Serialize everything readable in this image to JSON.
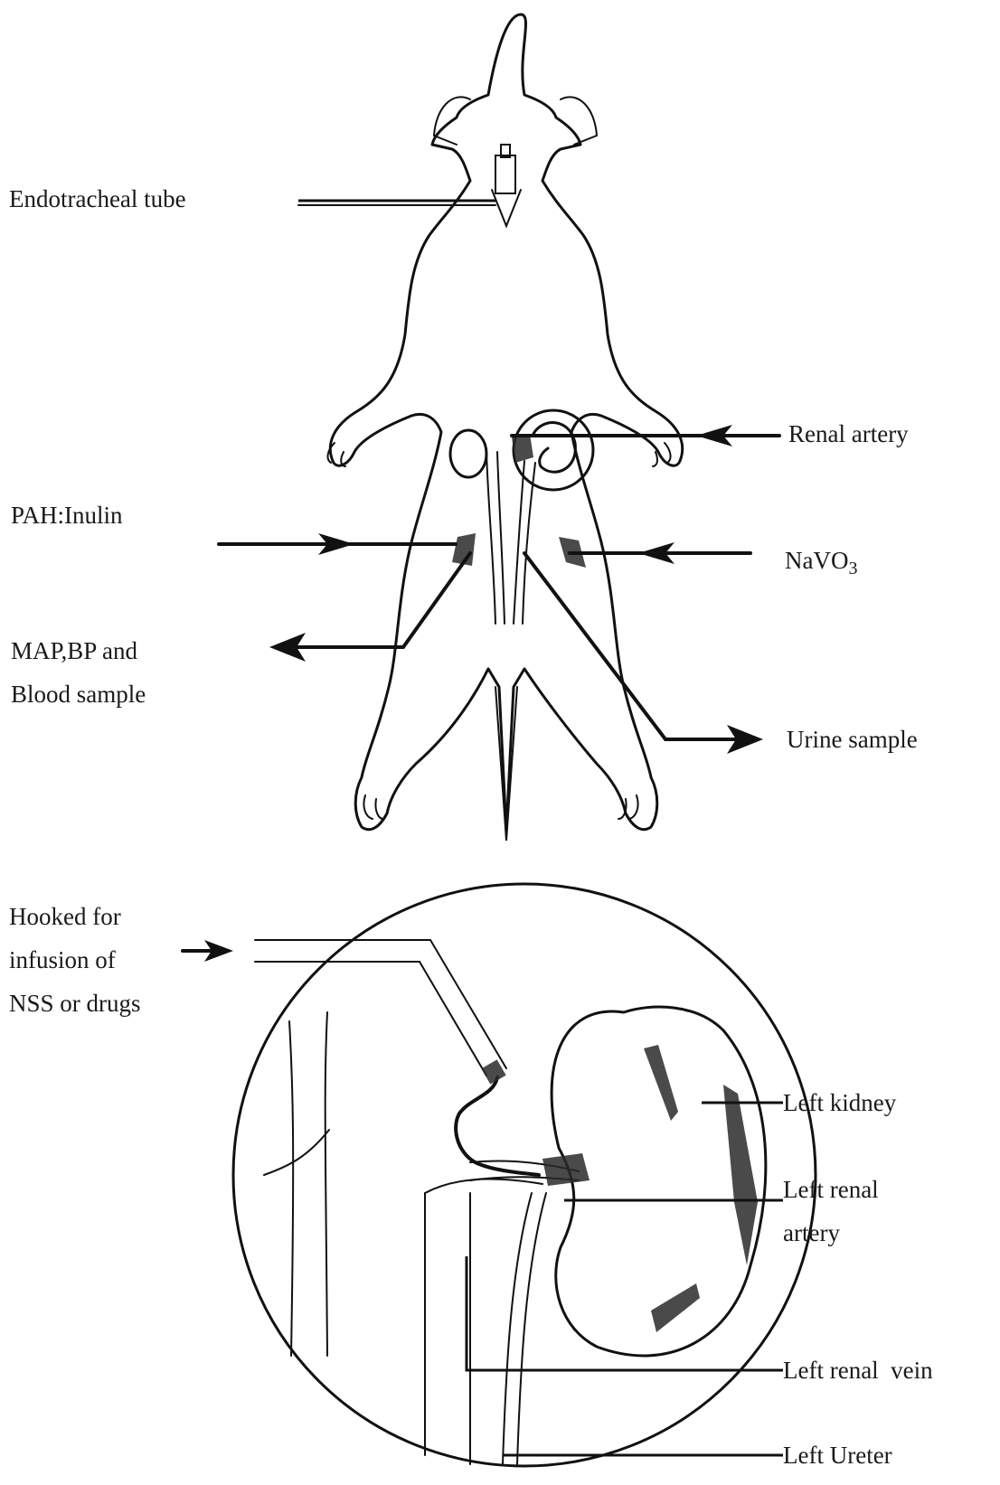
{
  "labels": {
    "endotracheal_tube": "Endotracheal tube",
    "renal_artery": "Renal artery",
    "pah_inulin": "PAH:Inulin",
    "navo3_prefix": "NaVO",
    "navo3_sub": "3",
    "map_bp_line1": "MAP,BP and",
    "map_bp_line2": "Blood sample",
    "urine_sample": "Urine sample",
    "hooked_line1": "Hooked for",
    "hooked_line2": "infusion of",
    "hooked_line3": "NSS or drugs",
    "left_kidney": "Left kidney",
    "left_renal_artery_line1": "Left renal",
    "left_renal_artery_line2": "artery",
    "left_renal_vein": "Left renal  vein",
    "left_ureter": "Left Ureter"
  }
}
